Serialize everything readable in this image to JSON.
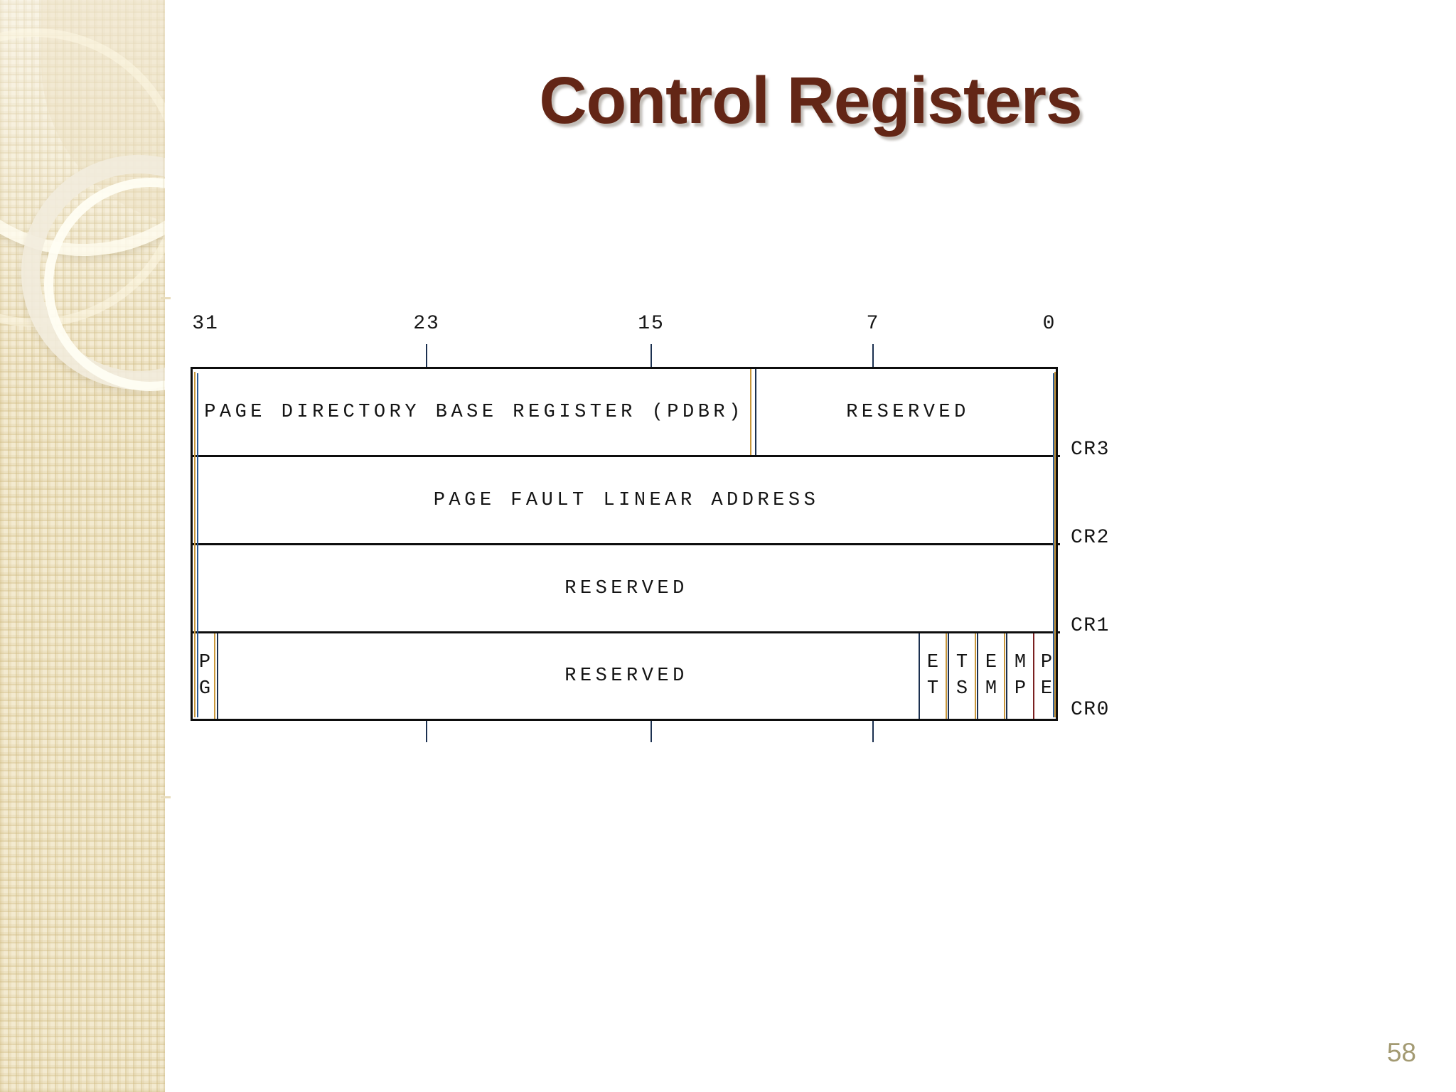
{
  "slide": {
    "title": "Control Registers",
    "page_number": "58",
    "title_color": "#632616",
    "page_number_color": "#a39a72",
    "sidebar_color": "#f3ead0"
  },
  "diagram": {
    "name": "x86-control-registers-bitfield",
    "bit_ruler": {
      "labels": [
        "31",
        "23",
        "15",
        "7",
        "0"
      ],
      "positions_pct": [
        0.8,
        26.0,
        52.0,
        77.5,
        99.0
      ],
      "tick_positions_pct": [
        26.0,
        52.0,
        77.5
      ]
    },
    "registers": [
      {
        "name": "CR3",
        "fields": [
          {
            "label": "PAGE DIRECTORY BASE REGISTER (PDBR)",
            "width_pct": 64.5
          },
          {
            "label": "RESERVED",
            "width_pct": 35.5
          }
        ]
      },
      {
        "name": "CR2",
        "fields": [
          {
            "label": "PAGE FAULT LINEAR ADDRESS",
            "width_pct": 100
          }
        ]
      },
      {
        "name": "CR1",
        "fields": [
          {
            "label": "RESERVED",
            "width_pct": 100
          }
        ]
      },
      {
        "name": "CR0",
        "fields": [
          {
            "label": "PG",
            "stacked": true,
            "width_pct": 2.6
          },
          {
            "label": "RESERVED",
            "width_pct": 83.0
          },
          {
            "label": "ET",
            "stacked": true,
            "width_pct": 2.9
          },
          {
            "label": "TS",
            "stacked": true,
            "width_pct": 2.9
          },
          {
            "label": "EM",
            "stacked": true,
            "width_pct": 2.9
          },
          {
            "label": "MP",
            "stacked": true,
            "width_pct": 2.9
          },
          {
            "label": "PE",
            "stacked": true,
            "width_pct": 2.8
          }
        ]
      }
    ]
  }
}
